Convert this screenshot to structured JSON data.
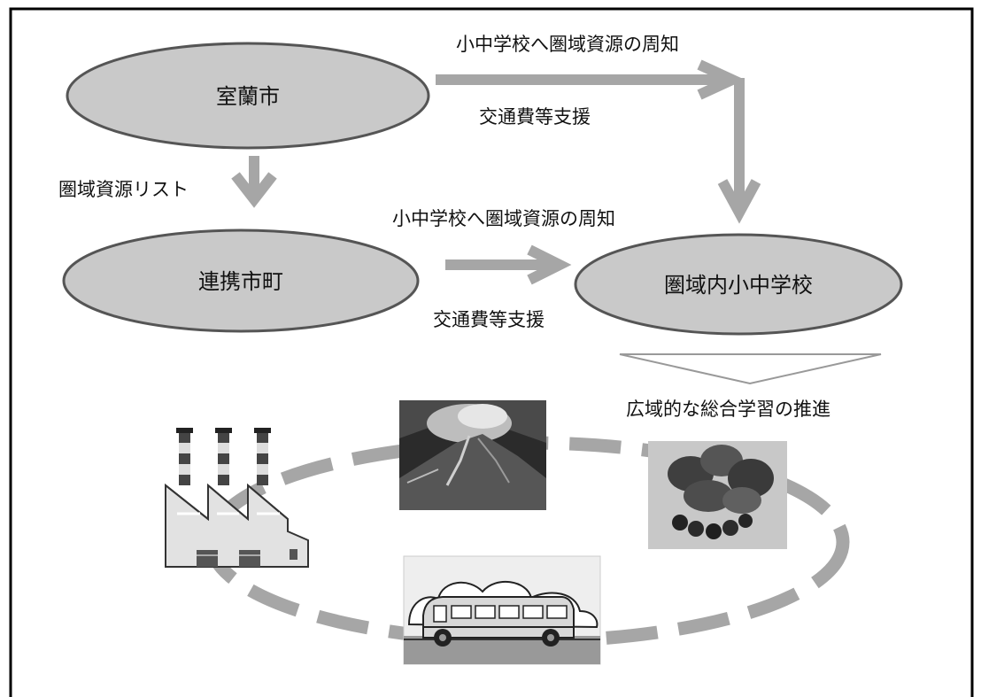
{
  "nodes": {
    "muroran": "室蘭市",
    "partner_towns": "連携市町",
    "schools": "圏域内小中学校"
  },
  "labels": {
    "notify_top": "小中学校へ圏域資源の周知",
    "transport_top": "交通費等支援",
    "resource_list": "圏域資源リスト",
    "notify_mid": "小中学校へ圏域資源の周知",
    "transport_mid": "交通費等支援",
    "promotion": "広域的な総合学習の推進"
  },
  "illustrations": [
    "factory-icon",
    "volcano-photo",
    "vegetables-photo",
    "bus-icon"
  ],
  "colors": {
    "ellipse_fill": "#c9c9c9",
    "arrow": "#a6a6a6",
    "dash_ring": "#a6a6a6",
    "border": "#000000"
  }
}
